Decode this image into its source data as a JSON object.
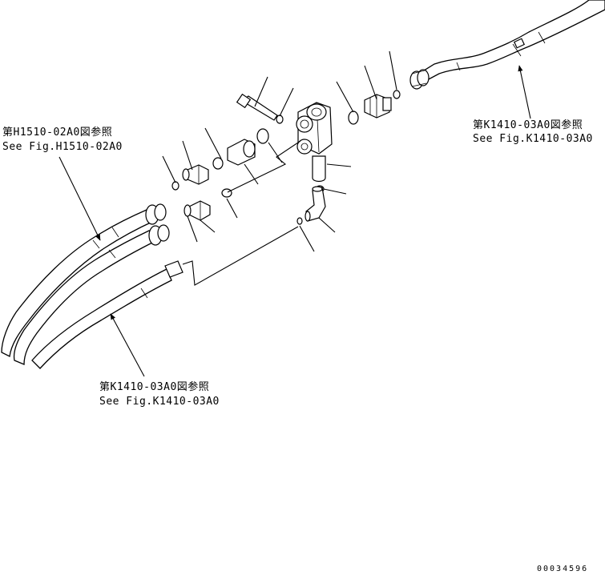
{
  "references": {
    "upper_right": {
      "jp": "第K1410-03A0図参照",
      "en": "See Fig.K1410-03A0"
    },
    "upper_left": {
      "jp": "第H1510-02A0図参照",
      "en": "See Fig.H1510-02A0"
    },
    "lower": {
      "jp": "第K1410-03A0図参照",
      "en": "See Fig.K1410-03A0"
    }
  },
  "drawing_number": "00034596"
}
